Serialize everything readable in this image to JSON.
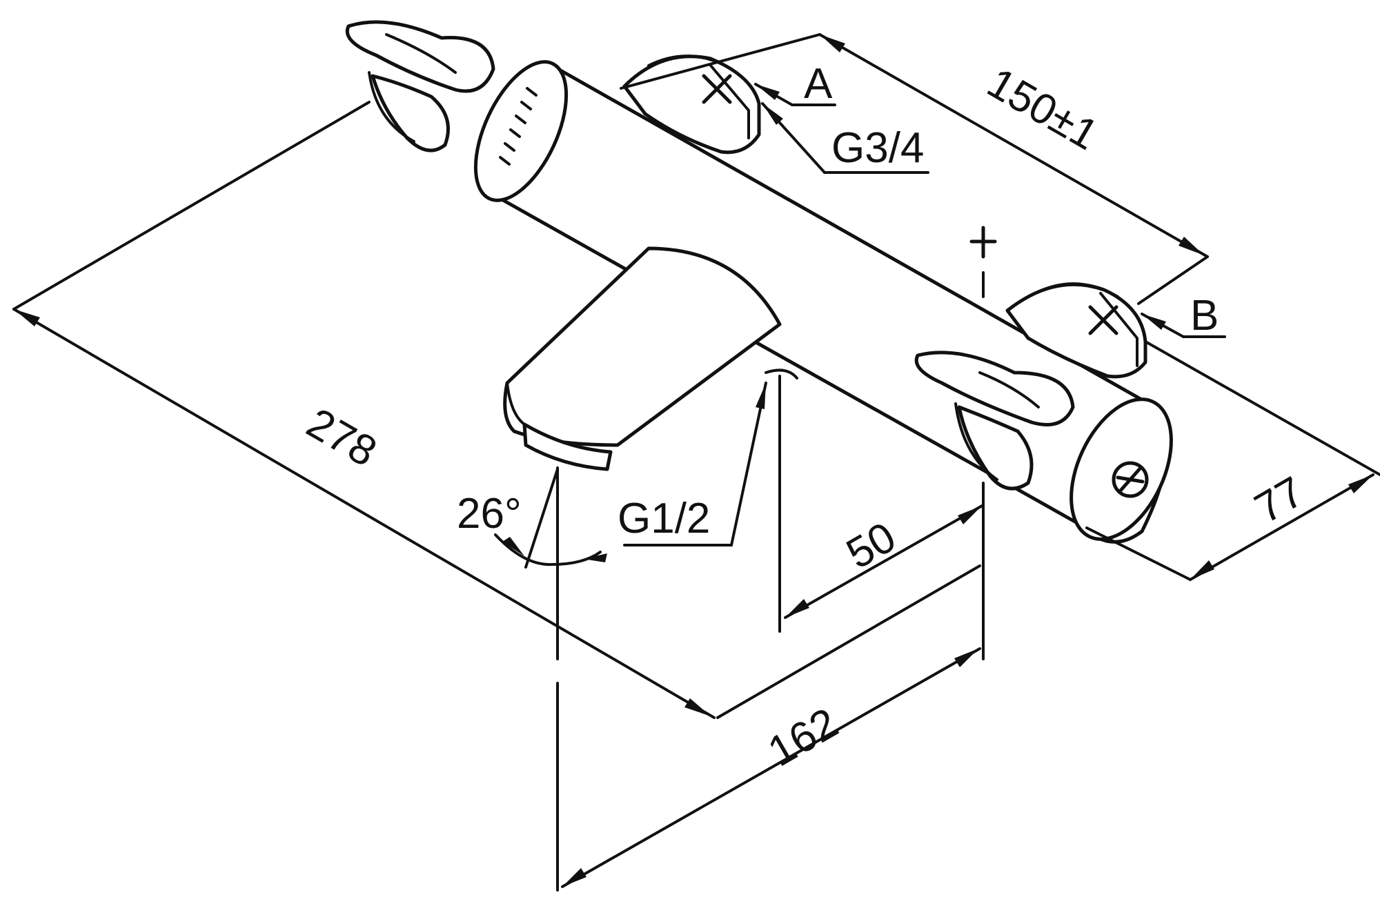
{
  "labels": {
    "overall_length": "278",
    "inlet_spacing": "150±1",
    "depth": "77",
    "spout_offset": "50",
    "spout_projection": "162",
    "spout_angle": "26°",
    "spout_thread": "G1/2",
    "inlet_thread": "G3/4",
    "connection_a": "A",
    "connection_b": "B"
  }
}
